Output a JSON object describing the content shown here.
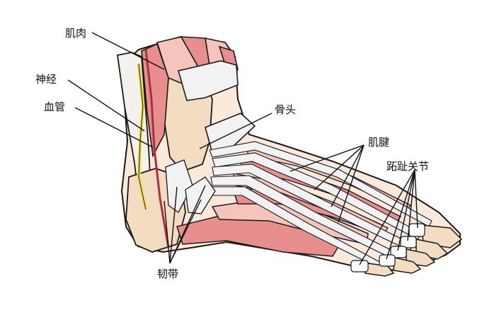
{
  "labels": {
    "muscle": "肌肉",
    "nerve": "神经",
    "vessel": "血管",
    "bone": "骨头",
    "tendon": "肌腱",
    "toe_joint": "跖趾关节",
    "ligament": "韧带"
  },
  "colors": {
    "bone": "#f3dcc1",
    "muscle": "#e88e8e",
    "muscle_light": "#f5c4bb",
    "tendon": "#f2f2f2",
    "nerve": "#f1e15a",
    "vessel": "#a8323a",
    "outline": "#1a1a1a"
  }
}
